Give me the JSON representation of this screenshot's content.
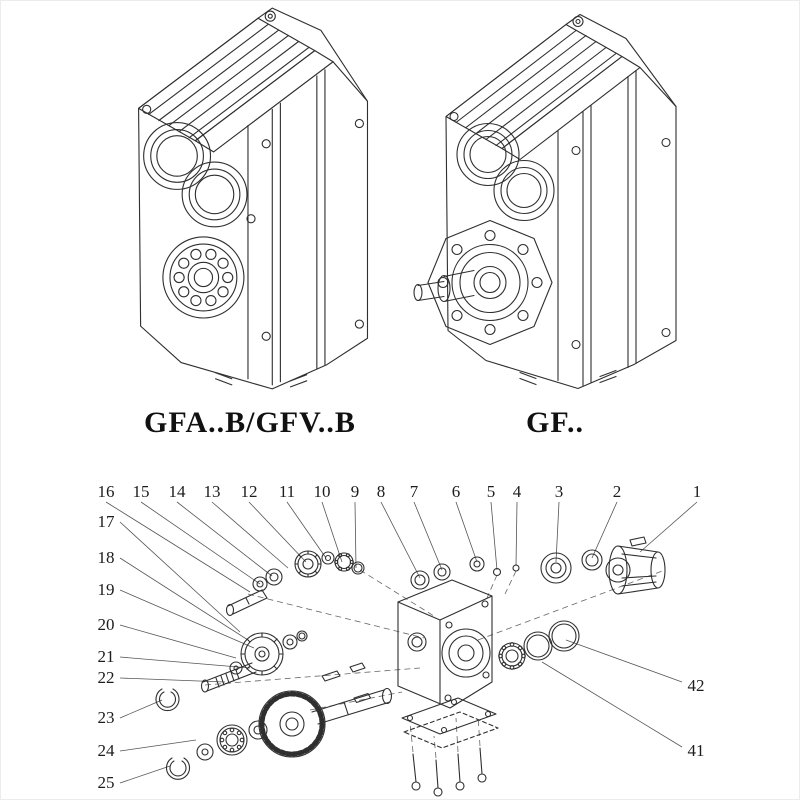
{
  "page": {
    "background": "#ffffff",
    "line_color": "#2f2f2f"
  },
  "products": [
    {
      "label": "GFA..B/GFV..B"
    },
    {
      "label": "GF.."
    }
  ],
  "exploded": {
    "callouts_top": [
      "16",
      "15",
      "14",
      "13",
      "12",
      "11",
      "10",
      "9",
      "8",
      "7",
      "6",
      "5",
      "4",
      "3",
      "2",
      "1"
    ],
    "callouts_left": [
      "17",
      "18",
      "19",
      "20",
      "21",
      "22",
      "23",
      "24",
      "25"
    ],
    "callouts_right": [
      "42",
      "41"
    ]
  }
}
